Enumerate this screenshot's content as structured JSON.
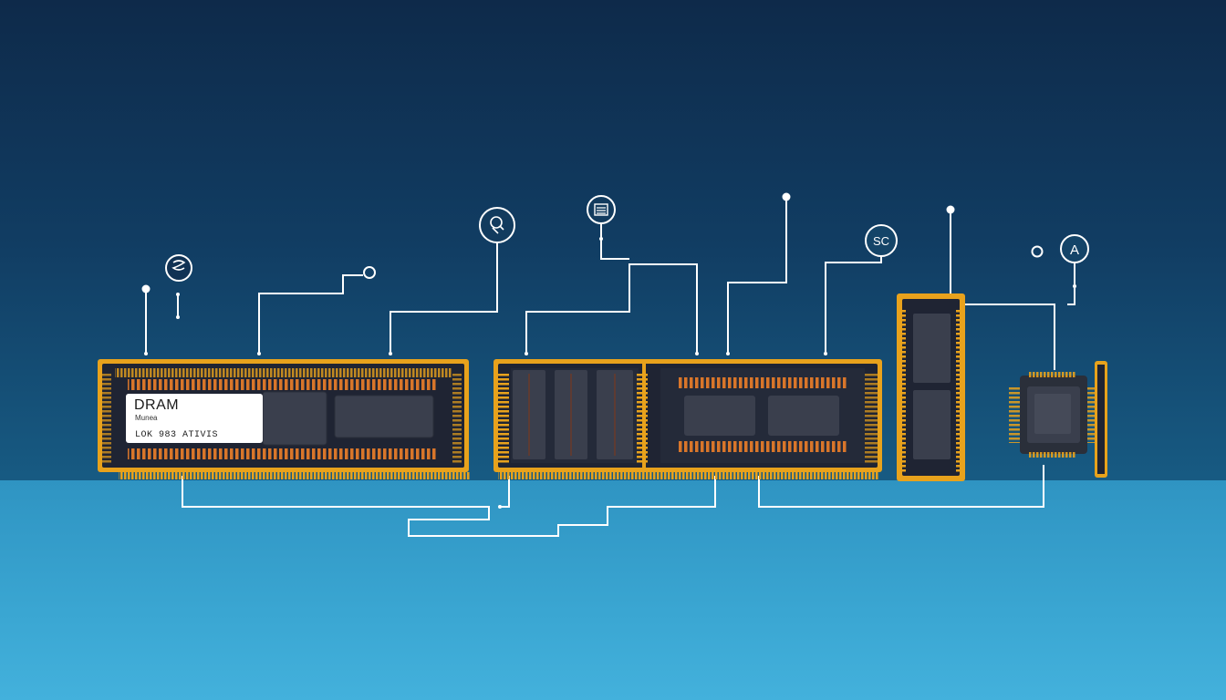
{
  "dram_label": {
    "title": "DRAM",
    "subtitle": "Munea",
    "code": "LOK 983 ATIVIS"
  },
  "icons": [
    {
      "name": "spring-icon",
      "glyph": "§"
    },
    {
      "name": "bulb-icon",
      "glyph": "bulb"
    },
    {
      "name": "list-icon",
      "glyph": "list"
    },
    {
      "name": "sc-icon",
      "glyph": "SC"
    },
    {
      "name": "a-icon",
      "glyph": "A"
    }
  ],
  "colors": {
    "background_top": "#0e2a4a",
    "background_mid": "#175a82",
    "floor": "#3aa6d2",
    "pcb": "#1f2433",
    "gold": "#e8a21c",
    "pins": "#d9762a",
    "chip": "#3a3f4d",
    "wire": "#ffffff"
  }
}
